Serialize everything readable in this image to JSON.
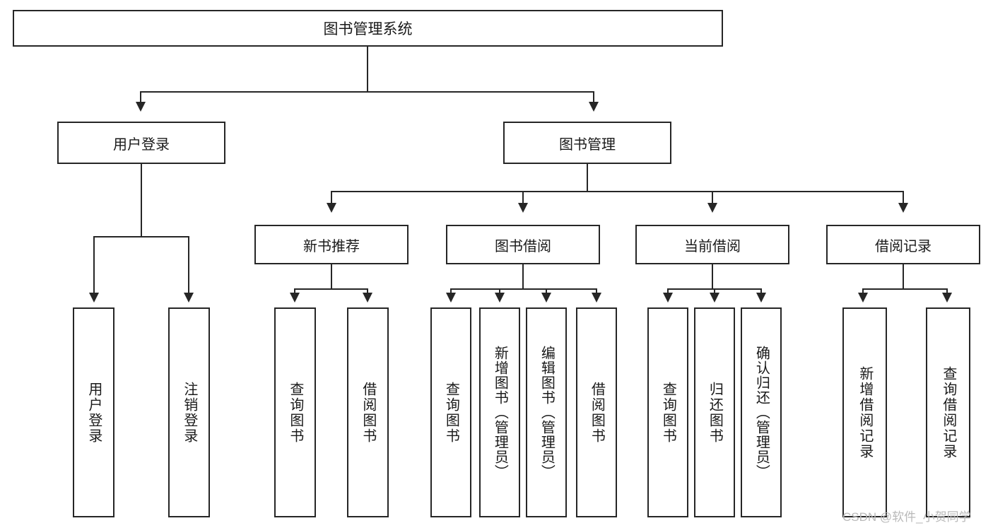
{
  "diagram": {
    "title": "图书管理系统",
    "type": "hierarchy-tree",
    "root": {
      "label": "图书管理系统"
    },
    "level2": [
      {
        "label": "用户登录"
      },
      {
        "label": "图书管理"
      }
    ],
    "level3": [
      {
        "label": "新书推荐"
      },
      {
        "label": "图书借阅"
      },
      {
        "label": "当前借阅"
      },
      {
        "label": "借阅记录"
      }
    ],
    "leaves": {
      "user_login": [
        {
          "label": "用户登录"
        },
        {
          "label": "注销登录"
        }
      ],
      "new_book_recommend": [
        {
          "label": "查询图书"
        },
        {
          "label": "借阅图书"
        }
      ],
      "book_borrow": [
        {
          "label": "查询图书"
        },
        {
          "label": "新增图书（管理员）"
        },
        {
          "label": "编辑图书（管理员）"
        },
        {
          "label": "借阅图书"
        }
      ],
      "current_borrow": [
        {
          "label": "查询图书"
        },
        {
          "label": "归还图书"
        },
        {
          "label": "确认归还（管理员）"
        }
      ],
      "borrow_record": [
        {
          "label": "新增借阅记录"
        },
        {
          "label": "查询借阅记录"
        }
      ]
    }
  },
  "watermark": {
    "text": "CSDN @软件_小贺同学"
  },
  "colors": {
    "stroke": "#262626",
    "text": "#1a1a1a",
    "background": "#ffffff",
    "watermark": "#b9b9b9"
  }
}
